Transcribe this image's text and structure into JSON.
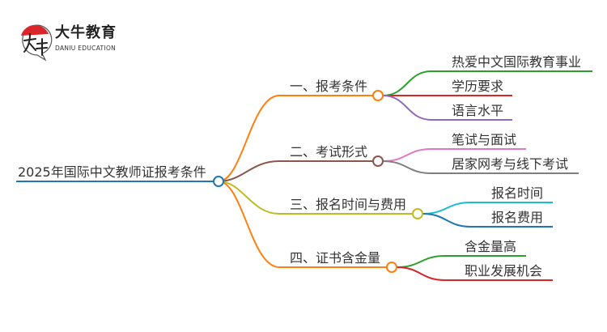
{
  "logo": {
    "name_cn": "大牛教育",
    "name_en": "DANIU EDUCATION",
    "mark_text": "大牛"
  },
  "root": {
    "label": "2025年国际中文教师证报考条件",
    "color": "#1f77b4"
  },
  "branches": [
    {
      "label": "一、报考条件",
      "color": "#ff7f0e",
      "children": [
        {
          "label": "热爱中文国际教育事业",
          "color": "#2ca02c"
        },
        {
          "label": "学历要求",
          "color": "#d62728"
        },
        {
          "label": "语言水平",
          "color": "#9467bd"
        }
      ]
    },
    {
      "label": "二、考试形式",
      "color": "#8c564b",
      "children": [
        {
          "label": "笔试与面试",
          "color": "#e377c2"
        },
        {
          "label": "居家网考与线下考试",
          "color": "#7f7f7f"
        }
      ]
    },
    {
      "label": "三、报名时间与费用",
      "color": "#bcbd22",
      "children": [
        {
          "label": "报名时间",
          "color": "#17becf"
        },
        {
          "label": "报名费用",
          "color": "#1f77b4"
        }
      ]
    },
    {
      "label": "四、证书含金量",
      "color": "#ff7f0e",
      "children": [
        {
          "label": "含金量高",
          "color": "#2ca02c"
        },
        {
          "label": "职业发展机会",
          "color": "#d62728"
        }
      ]
    }
  ]
}
